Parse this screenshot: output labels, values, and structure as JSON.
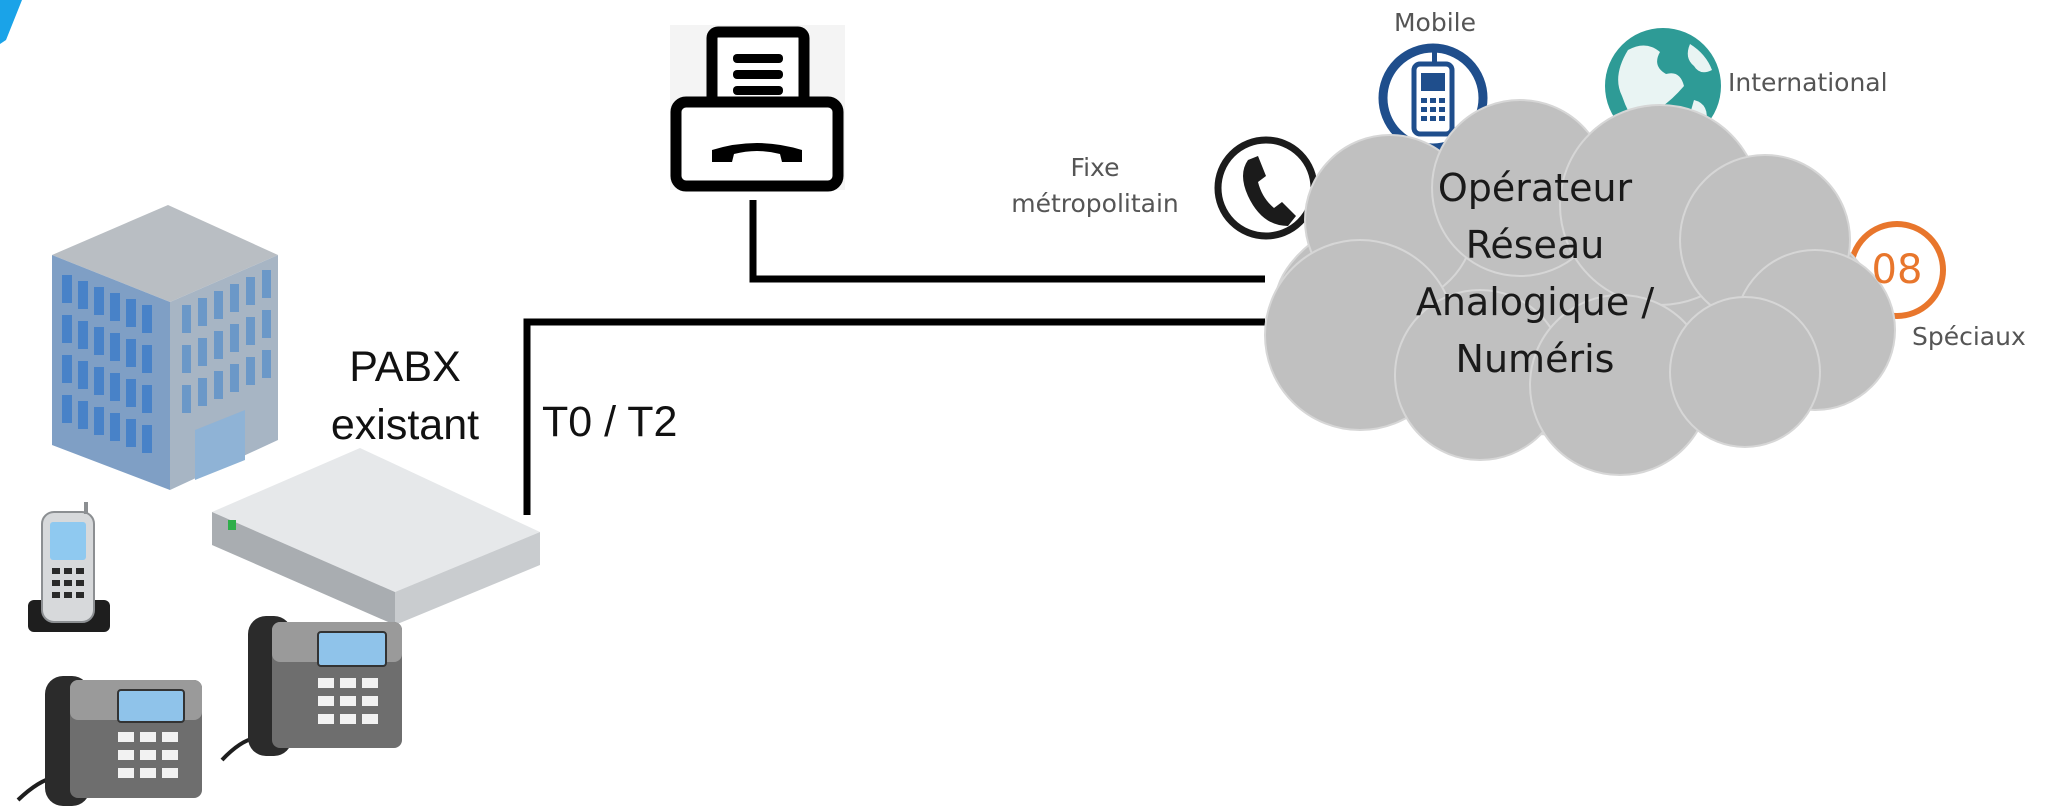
{
  "labels": {
    "pabx_line1": "PABX",
    "pabx_line2": "existant",
    "link_type": "T0 / T2",
    "cloud_line1": "Opérateur",
    "cloud_line2": "Réseau",
    "cloud_line3": "Analogique /",
    "cloud_line4": "Numéris",
    "fixe_line1": "Fixe",
    "fixe_line2": "métropolitain",
    "mobile": "Mobile",
    "international": "International",
    "speciaux": "Spéciaux",
    "badge_08": "08"
  },
  "icons": [
    "building-icon",
    "pabx-box-icon",
    "cordless-phone-icon",
    "desk-phone-icon",
    "fax-icon",
    "fixed-phone-icon",
    "mobile-phone-icon",
    "globe-icon",
    "special-number-icon"
  ],
  "colors": {
    "accent_corner": "#1aa3e8",
    "cloud": "#c0c0c0",
    "mobile_ring": "#1f4e8c",
    "globe": "#2e9b96",
    "special": "#e8762c",
    "line": "#000000"
  }
}
